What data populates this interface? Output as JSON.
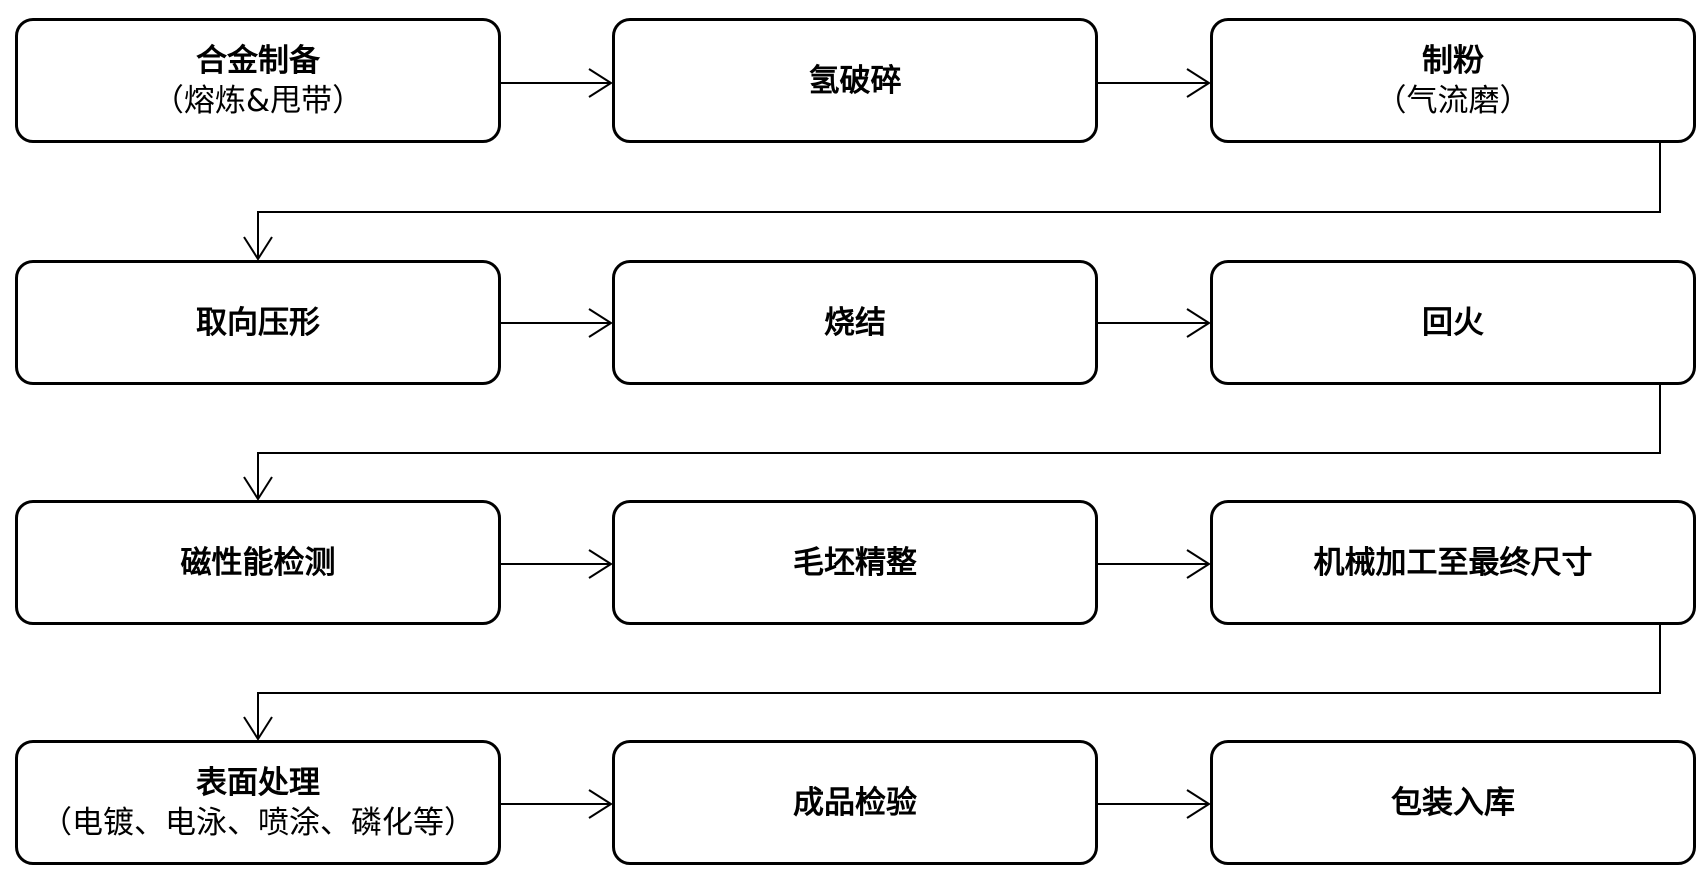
{
  "diagram": {
    "steps": [
      {
        "title": "合金制备",
        "sub": "（熔炼&甩带）"
      },
      {
        "title": "氢破碎",
        "sub": ""
      },
      {
        "title": "制粉",
        "sub": "（气流磨）"
      },
      {
        "title": "取向压形",
        "sub": ""
      },
      {
        "title": "烧结",
        "sub": ""
      },
      {
        "title": "回火",
        "sub": ""
      },
      {
        "title": "磁性能检测",
        "sub": ""
      },
      {
        "title": "毛坯精整",
        "sub": ""
      },
      {
        "title": "机械加工至最终尺寸",
        "sub": ""
      },
      {
        "title": "表面处理",
        "sub": "（电镀、电泳、喷涂、磷化等）"
      },
      {
        "title": "成品检验",
        "sub": ""
      },
      {
        "title": "包装入库",
        "sub": ""
      }
    ]
  }
}
